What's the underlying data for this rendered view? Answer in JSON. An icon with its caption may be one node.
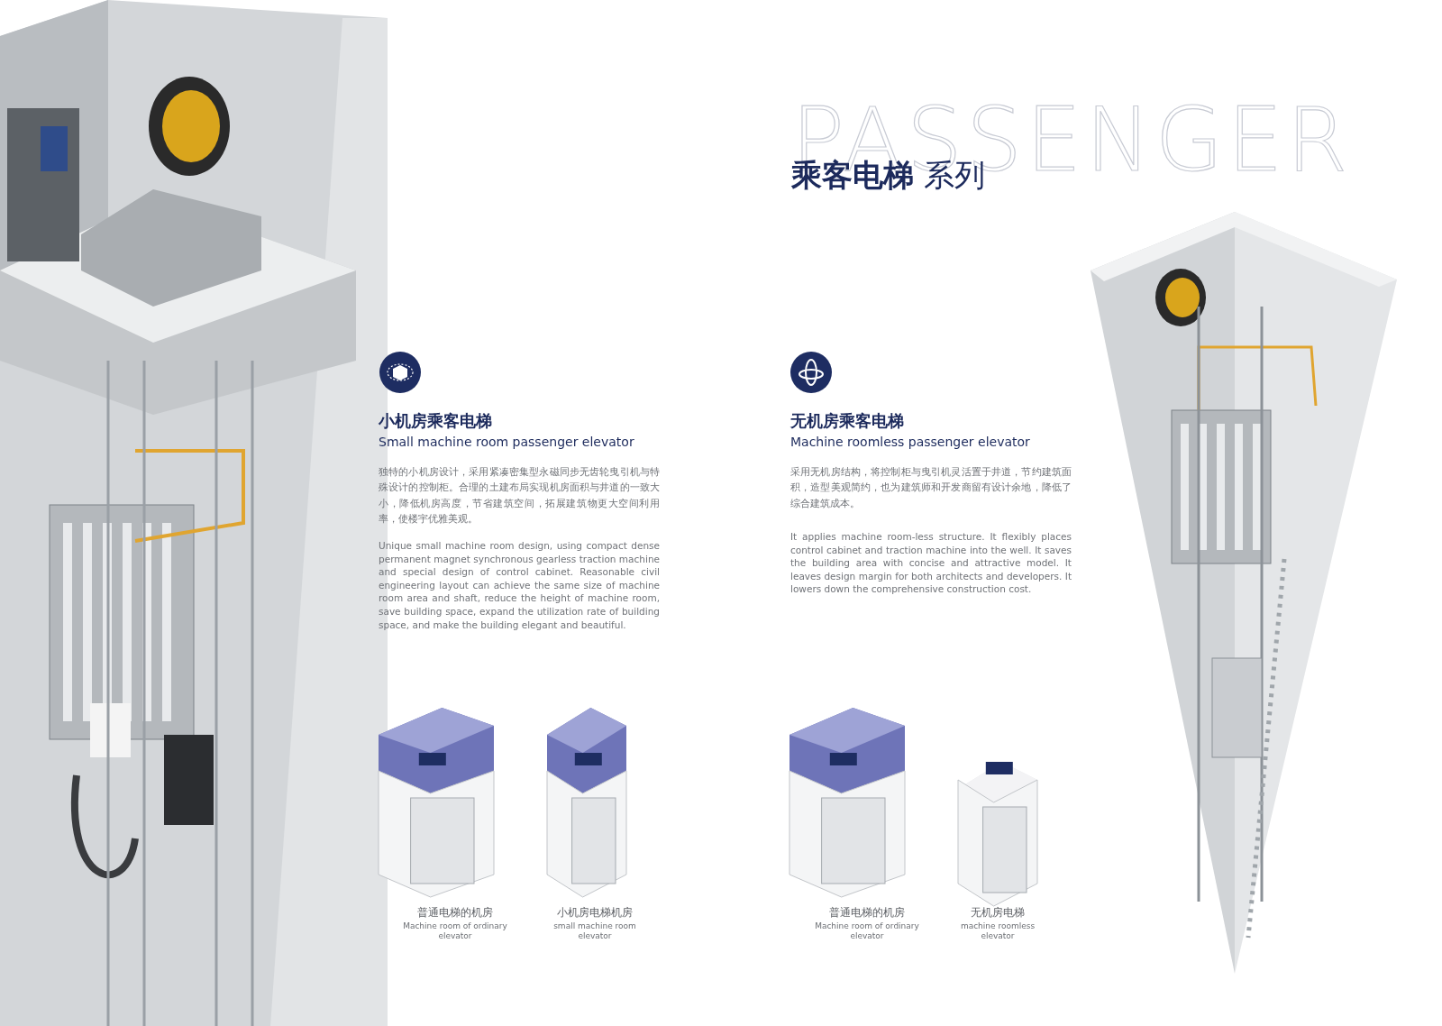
{
  "diagram": {
    "title": "**乘客电梯** 系列",
    "labels": [
      "PASSENGER",
      "小机房乘客电梯",
      "Small machine room passenger elevator",
      "独特的小机房设计，采用紧凑密集型永磁同步无齿轮曳引机与特殊设计的控制柜。合理的土建布局实现机房面积与井道的一致大小，降低机房高度，节省建筑空间，拓展建筑物更大空间利用率，使楼宇优雅美观。",
      "Unique small machine room design, using compact dense permanent magnet synchronous gearless traction machine and special design of control cabinet. Reasonable civil engineering layout can achieve the same size of machine room area and shaft, reduce the height of machine room, save building space, expand the utilization rate of building space, and make the building elegant and beautiful.",
      "无机房乘客电梯",
      "Machine roomless passenger elevator",
      "采用无机房结构，将控制柜与曳引机灵活置于井道，节约建筑面积，造型美观简约，也为建筑师和开发商留有设计余地，降低了综合建筑成本。",
      "It applies machine room-less structure.  It flexibly places control cabinet and traction machine into the well.  It saves the building area with concise and attractive model.  It leaves design margin for both architects and developers.  It lowers down the comprehensive construction cost.",
      "普通电梯的机房",
      "Machine room of ordinary elevator",
      "小机房电梯机房",
      "small machine room elevator",
      "普通电梯的机房",
      "Machine room of ordinary elevator",
      "无机房电梯",
      "machine roomless elevator"
    ]
  }
}
